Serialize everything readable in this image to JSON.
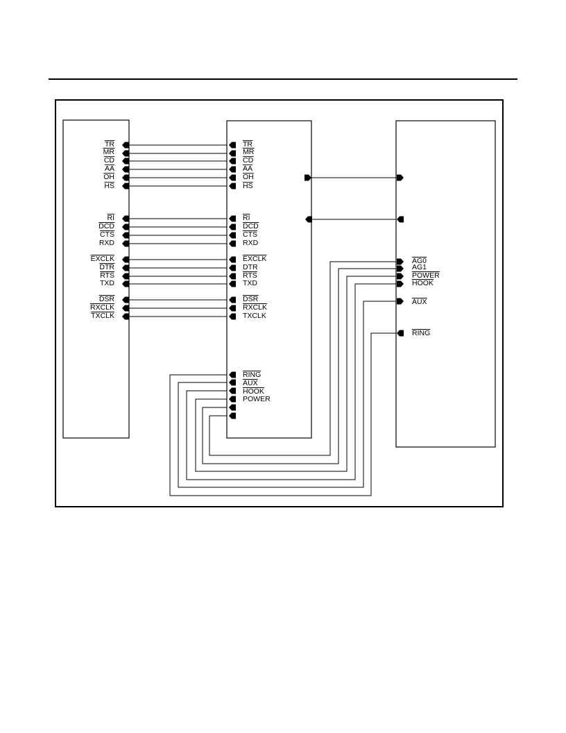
{
  "left_block": {
    "pins": [
      {
        "id": "tr",
        "label": "TR",
        "active_low": true
      },
      {
        "id": "mr",
        "label": "MR",
        "active_low": true
      },
      {
        "id": "cd",
        "label": "CD",
        "active_low": true
      },
      {
        "id": "aa",
        "label": "AA",
        "active_low": true
      },
      {
        "id": "oh",
        "label": "OH",
        "active_low": true
      },
      {
        "id": "hs",
        "label": "HS",
        "active_low": true
      },
      {
        "id": "ri",
        "label": "RI",
        "active_low": true
      },
      {
        "id": "dcd",
        "label": "DCD",
        "active_low": true
      },
      {
        "id": "cts",
        "label": "CTS",
        "active_low": true
      },
      {
        "id": "rxd",
        "label": "RXD",
        "active_low": false
      },
      {
        "id": "exclk",
        "label": "EXCLK",
        "active_low": true
      },
      {
        "id": "dtr",
        "label": "DTR",
        "active_low": true
      },
      {
        "id": "rts",
        "label": "RTS",
        "active_low": true
      },
      {
        "id": "txd",
        "label": "TXD",
        "active_low": false
      },
      {
        "id": "dsr",
        "label": "DSR",
        "active_low": true
      },
      {
        "id": "rxclk",
        "label": "RXCLK",
        "active_low": true
      },
      {
        "id": "txclk",
        "label": "TXCLK",
        "active_low": true
      }
    ]
  },
  "middle_block": {
    "pins": [
      {
        "id": "tr",
        "label": "TR",
        "active_low": true
      },
      {
        "id": "mr",
        "label": "MR",
        "active_low": true
      },
      {
        "id": "cd",
        "label": "CD",
        "active_low": true
      },
      {
        "id": "aa",
        "label": "AA",
        "active_low": true
      },
      {
        "id": "oh",
        "label": "OH",
        "active_low": true
      },
      {
        "id": "hs",
        "label": "HS",
        "active_low": true
      },
      {
        "id": "ri",
        "label": "RI",
        "active_low": true
      },
      {
        "id": "dcd",
        "label": "DCD",
        "active_low": true
      },
      {
        "id": "cts",
        "label": "CTS",
        "active_low": true
      },
      {
        "id": "rxd",
        "label": "RXD",
        "active_low": false
      },
      {
        "id": "exclk",
        "label": "EXCLK",
        "active_low": true
      },
      {
        "id": "dtr",
        "label": "DTR",
        "active_low": false
      },
      {
        "id": "rts",
        "label": "RTS",
        "active_low": true
      },
      {
        "id": "txd",
        "label": "TXD",
        "active_low": false
      },
      {
        "id": "dsr",
        "label": "DSR",
        "active_low": true
      },
      {
        "id": "rxclk",
        "label": "RXCLK",
        "active_low": true
      },
      {
        "id": "txclk",
        "label": "TXCLK",
        "active_low": false
      }
    ],
    "bottom_pins": [
      {
        "id": "ring",
        "label": "RING",
        "active_low": true
      },
      {
        "id": "aux",
        "label": "AUX",
        "active_low": true
      },
      {
        "id": "hook",
        "label": "HOOK",
        "active_low": true
      },
      {
        "id": "power",
        "label": "POWER",
        "active_low": false
      },
      {
        "id": "u1",
        "label": "",
        "active_low": false
      },
      {
        "id": "u2",
        "label": "",
        "active_low": false
      }
    ]
  },
  "right_block": {
    "pins": [
      {
        "id": "ag0",
        "label": "AG0",
        "active_low": true
      },
      {
        "id": "ag1",
        "label": "AG1",
        "active_low": false
      },
      {
        "id": "power",
        "label": "POWER",
        "active_low": true
      },
      {
        "id": "hook",
        "label": "HOOK",
        "active_low": true
      },
      {
        "id": "aux",
        "label": "AUX",
        "active_low": true
      },
      {
        "id": "ring",
        "label": "RING",
        "active_low": true
      }
    ]
  }
}
